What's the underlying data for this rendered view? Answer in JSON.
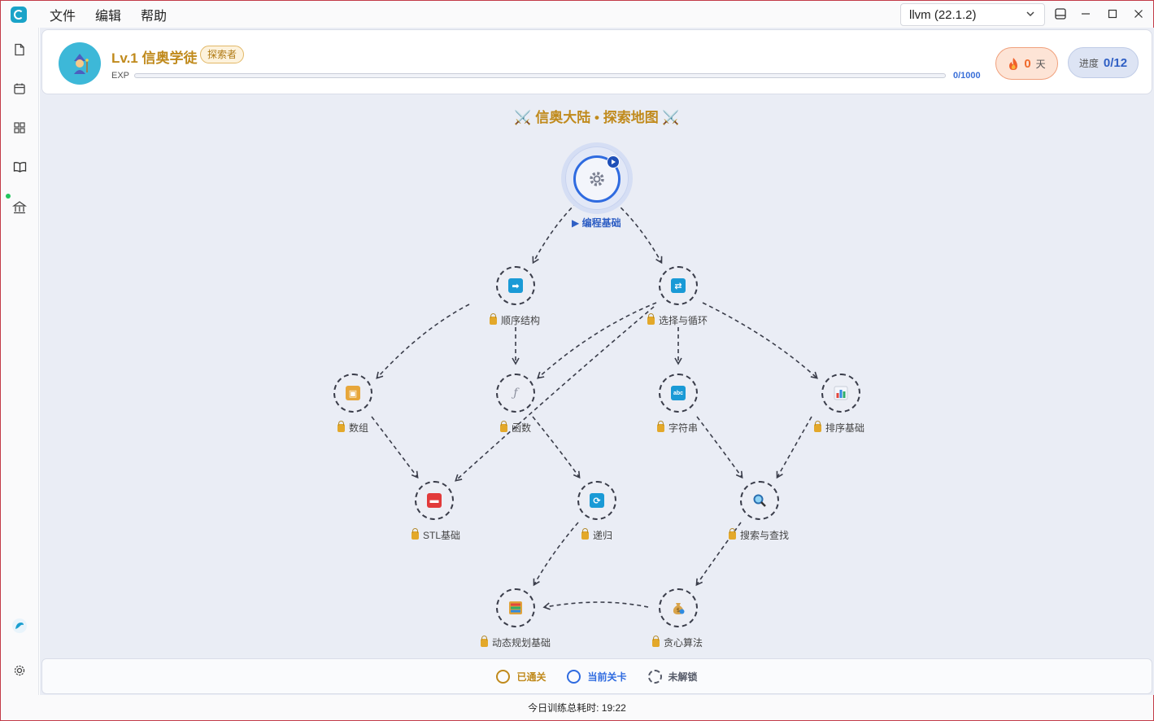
{
  "menu": [
    "文件",
    "编辑",
    "帮助"
  ],
  "compiler": {
    "selected": "llvm (22.1.2)"
  },
  "header": {
    "level_title": "Lv.1 信奥学徒",
    "rank": "探索者",
    "exp_label": "EXP",
    "exp_value": "0/1000",
    "exp_fraction": 0,
    "streak_value": "0",
    "streak_unit": "天",
    "progress_label": "进度",
    "progress_value": "0/12"
  },
  "map": {
    "title": "⚔️ 信奥大陆 • 探索地图 ⚔️",
    "current_label": "▶ 编程基础",
    "nodes": {
      "sequence": "顺序结构",
      "selection": "选择与循环",
      "array": "数组",
      "function": "函数",
      "string": "字符串",
      "sorting": "排序基础",
      "stl": "STL基础",
      "recursion": "递归",
      "search": "搜索与查找",
      "dp": "动态规划基础",
      "greedy": "贪心算法"
    }
  },
  "legend": {
    "passed": "已通关",
    "current": "当前关卡",
    "locked": "未解锁",
    "colors": {
      "passed": "#c08a1c",
      "current": "#2f6be0",
      "locked": "#555a68"
    }
  },
  "status": {
    "training_time": "今日训练总耗时: 19:22"
  }
}
